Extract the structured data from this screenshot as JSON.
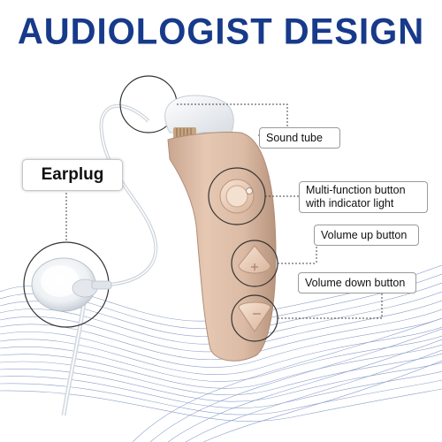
{
  "title": "AUDIOLOGIST DESIGN",
  "labels": {
    "earplug": "Earplug",
    "sound_tube": "Sound tube",
    "multi_function_line1": "Multi-function button",
    "multi_function_line2": "with indicator light",
    "volume_up": "Volume up button",
    "volume_down": "Volume down button"
  },
  "colors": {
    "title": "#173a8a",
    "body": "#e2c3ad",
    "button": "#f0d6c3",
    "wave": "#2b4fa0"
  }
}
